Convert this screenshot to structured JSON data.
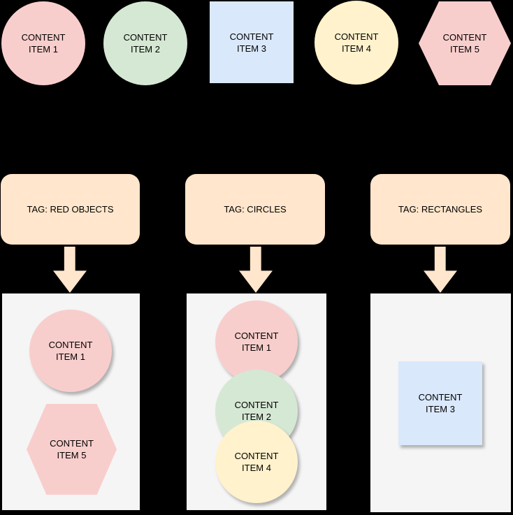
{
  "background": "#000000",
  "colors": {
    "pink": "#F8CECC",
    "green": "#D5E8D4",
    "blue": "#DAE8FC",
    "yellow": "#FFF2CC",
    "peach": "#FFE6CC",
    "container_bg": "#F5F5F5",
    "text": "#000000"
  },
  "top_items": [
    {
      "label": "CONTENT ITEM 1",
      "shape": "circle",
      "color": "pink"
    },
    {
      "label": "CONTENT ITEM 2",
      "shape": "circle",
      "color": "green"
    },
    {
      "label": "CONTENT ITEM 3",
      "shape": "square",
      "color": "blue"
    },
    {
      "label": "CONTENT ITEM 4",
      "shape": "circle",
      "color": "yellow"
    },
    {
      "label": "CONTENT ITEM 5",
      "shape": "hexagon",
      "color": "pink"
    }
  ],
  "groups": [
    {
      "tag": "TAG: RED OBJECTS",
      "items": [
        {
          "label": "CONTENT ITEM 1",
          "shape": "circle",
          "color": "pink"
        },
        {
          "label": "CONTENT ITEM 5",
          "shape": "hexagon",
          "color": "pink"
        }
      ]
    },
    {
      "tag": "TAG: CIRCLES",
      "items": [
        {
          "label": "CONTENT ITEM 1",
          "shape": "circle",
          "color": "pink"
        },
        {
          "label": "CONTENT ITEM 2",
          "shape": "circle",
          "color": "green"
        },
        {
          "label": "CONTENT ITEM 4",
          "shape": "circle",
          "color": "yellow"
        }
      ]
    },
    {
      "tag": "TAG: RECTANGLES",
      "items": [
        {
          "label": "CONTENT ITEM 3",
          "shape": "square",
          "color": "blue"
        }
      ]
    }
  ]
}
